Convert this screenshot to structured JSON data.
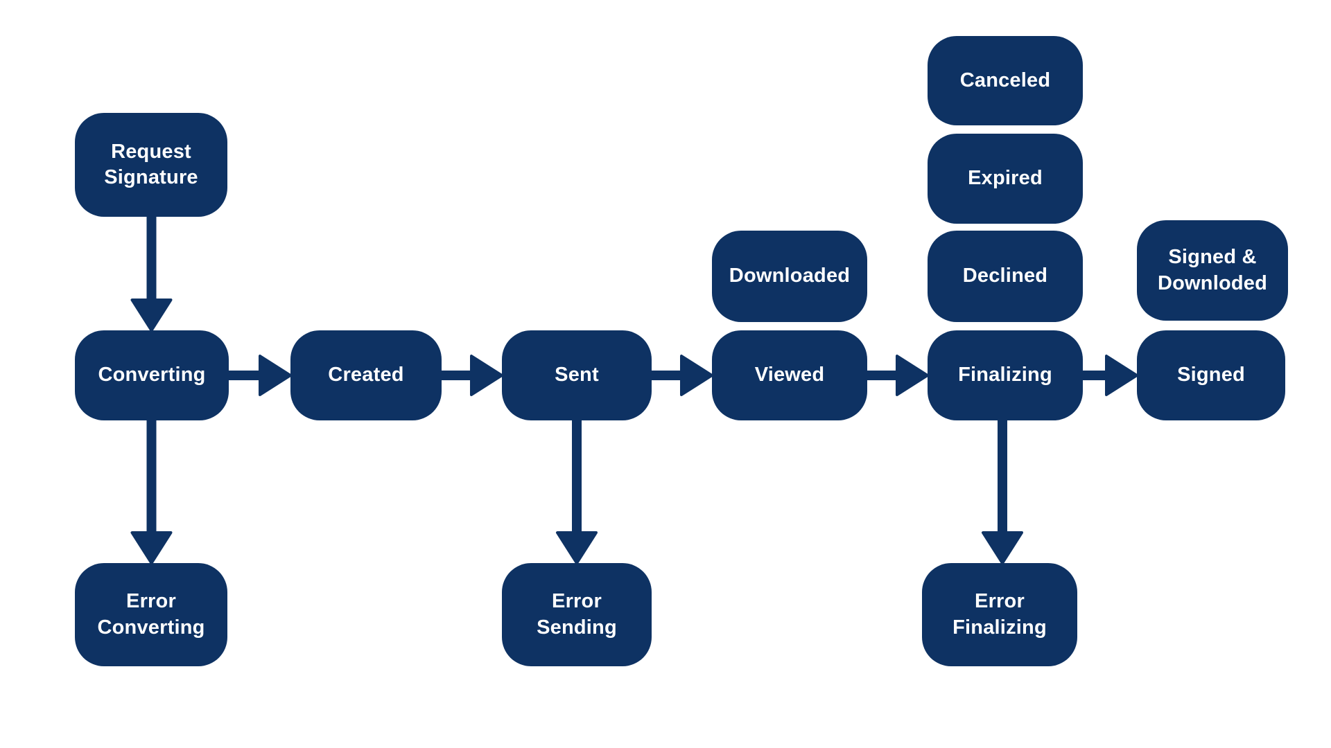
{
  "diagram": {
    "colors": {
      "background": "#ffffff",
      "node_fill": "#0e3263",
      "node_text": "#ffffff",
      "arrow": "#0e3263"
    },
    "nodes": [
      {
        "id": "request-signature",
        "label": "Request\nSignature"
      },
      {
        "id": "converting",
        "label": "Converting"
      },
      {
        "id": "error-converting",
        "label": "Error\nConverting"
      },
      {
        "id": "created",
        "label": "Created"
      },
      {
        "id": "sent",
        "label": "Sent"
      },
      {
        "id": "error-sending",
        "label": "Error\nSending"
      },
      {
        "id": "downloaded",
        "label": "Downloaded"
      },
      {
        "id": "viewed",
        "label": "Viewed"
      },
      {
        "id": "canceled",
        "label": "Canceled"
      },
      {
        "id": "expired",
        "label": "Expired"
      },
      {
        "id": "declined",
        "label": "Declined"
      },
      {
        "id": "finalizing",
        "label": "Finalizing"
      },
      {
        "id": "error-finalizing",
        "label": "Error\nFinalizing"
      },
      {
        "id": "signed-downloaded",
        "label": "Signed &\nDownloded"
      },
      {
        "id": "signed",
        "label": "Signed"
      }
    ],
    "edges": [
      {
        "from": "request-signature",
        "to": "converting"
      },
      {
        "from": "converting",
        "to": "created"
      },
      {
        "from": "converting",
        "to": "error-converting"
      },
      {
        "from": "created",
        "to": "sent"
      },
      {
        "from": "sent",
        "to": "viewed"
      },
      {
        "from": "sent",
        "to": "error-sending"
      },
      {
        "from": "viewed",
        "to": "finalizing"
      },
      {
        "from": "finalizing",
        "to": "signed"
      },
      {
        "from": "finalizing",
        "to": "error-finalizing"
      }
    ]
  }
}
